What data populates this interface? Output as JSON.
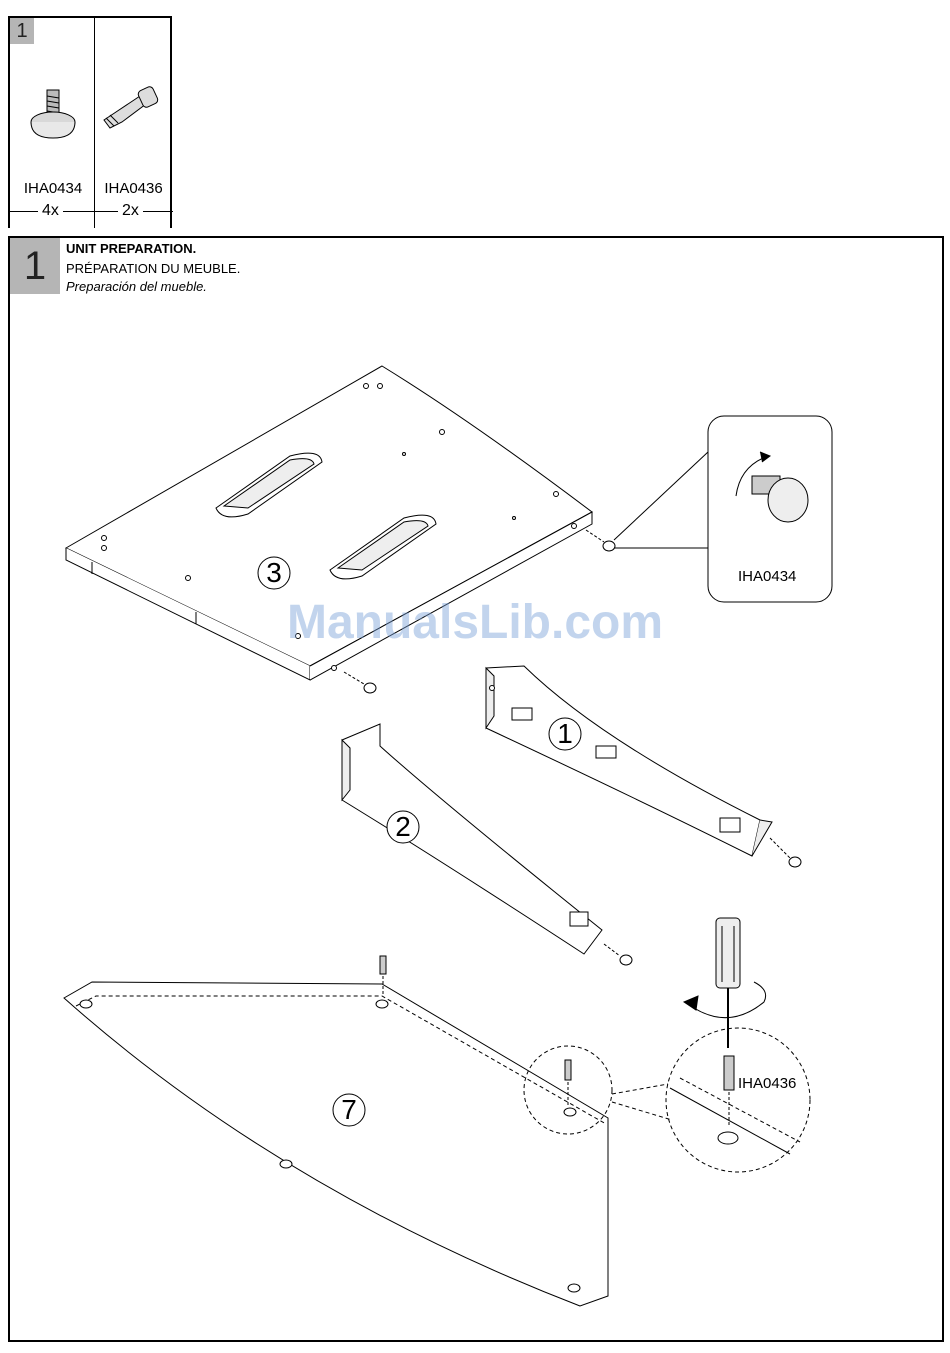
{
  "hardware": {
    "step_number": "1",
    "parts": [
      {
        "code": "IHA0434",
        "qty": "4x",
        "icon": "bolt-icon"
      },
      {
        "code": "IHA0436",
        "qty": "2x",
        "icon": "cam-pin-icon"
      }
    ]
  },
  "step": {
    "number": "1",
    "title_en": "UNIT PREPARATION.",
    "title_fr": "PRÉPARATION DU MEUBLE.",
    "title_es": "Preparación del mueble."
  },
  "diagram": {
    "labels": {
      "part_3": "3",
      "part_1": "1",
      "part_2": "2",
      "part_7": "7"
    },
    "callouts": {
      "top_detail": "IHA0434",
      "bottom_detail": "IHA0436"
    }
  },
  "watermark": "ManualsLib.com"
}
